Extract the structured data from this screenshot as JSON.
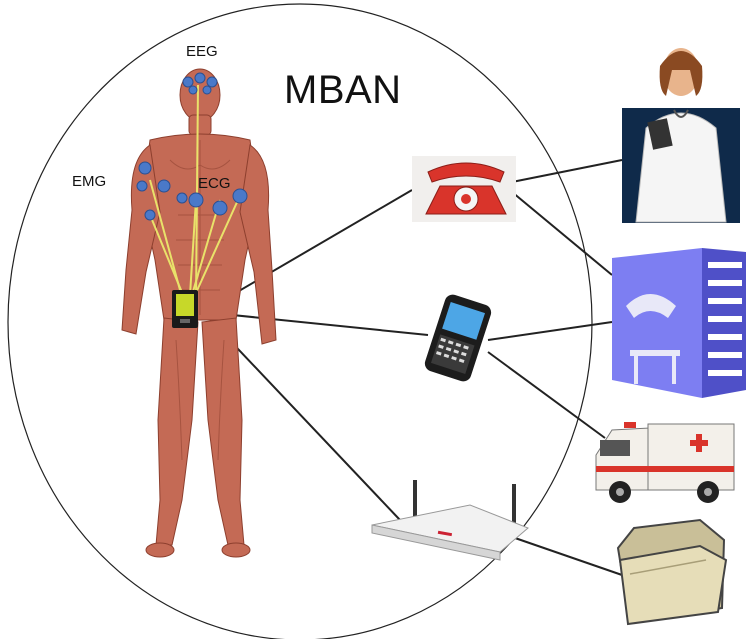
{
  "diagram": {
    "title": "MBAN",
    "sensor_labels": {
      "eeg": "EEG",
      "emg": "EMG",
      "ecg": "ECG"
    },
    "nodes": {
      "body_hub": {
        "icon": "wearable-hub-icon"
      },
      "telephone": {
        "icon": "telephone-icon"
      },
      "smartphone": {
        "icon": "smartphone-icon"
      },
      "router": {
        "icon": "wireless-router-icon"
      },
      "doctor": {
        "icon": "doctor-icon"
      },
      "hospital": {
        "icon": "hospital-building-icon"
      },
      "ambulance": {
        "icon": "ambulance-icon"
      },
      "records": {
        "icon": "folder-icon"
      }
    },
    "links": [
      [
        "body_hub",
        "telephone"
      ],
      [
        "body_hub",
        "smartphone"
      ],
      [
        "body_hub",
        "router"
      ],
      [
        "telephone",
        "doctor"
      ],
      [
        "telephone",
        "hospital"
      ],
      [
        "smartphone",
        "hospital"
      ],
      [
        "smartphone",
        "ambulance"
      ],
      [
        "router",
        "records"
      ]
    ],
    "colors": {
      "muscle": "#c46a55",
      "sensor": "#4a79c9",
      "lead": "#e9e26a",
      "hub": "#c7d829",
      "phone_red": "#d9342b",
      "hospital_blue": "#7d7ef2",
      "folder": "#e6ddb8"
    }
  }
}
